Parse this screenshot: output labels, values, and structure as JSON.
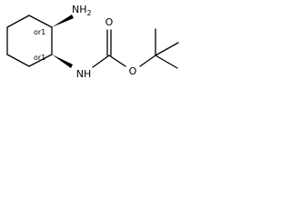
{
  "molecule": {
    "atom_labels": {
      "amine_n": "NH",
      "amine_h_count": "2",
      "carbamate_n": "NH",
      "carbonyl_o": "O",
      "ether_o": "O"
    },
    "stereo_labels": {
      "upper_center": "or1",
      "lower_center": "or1"
    }
  }
}
